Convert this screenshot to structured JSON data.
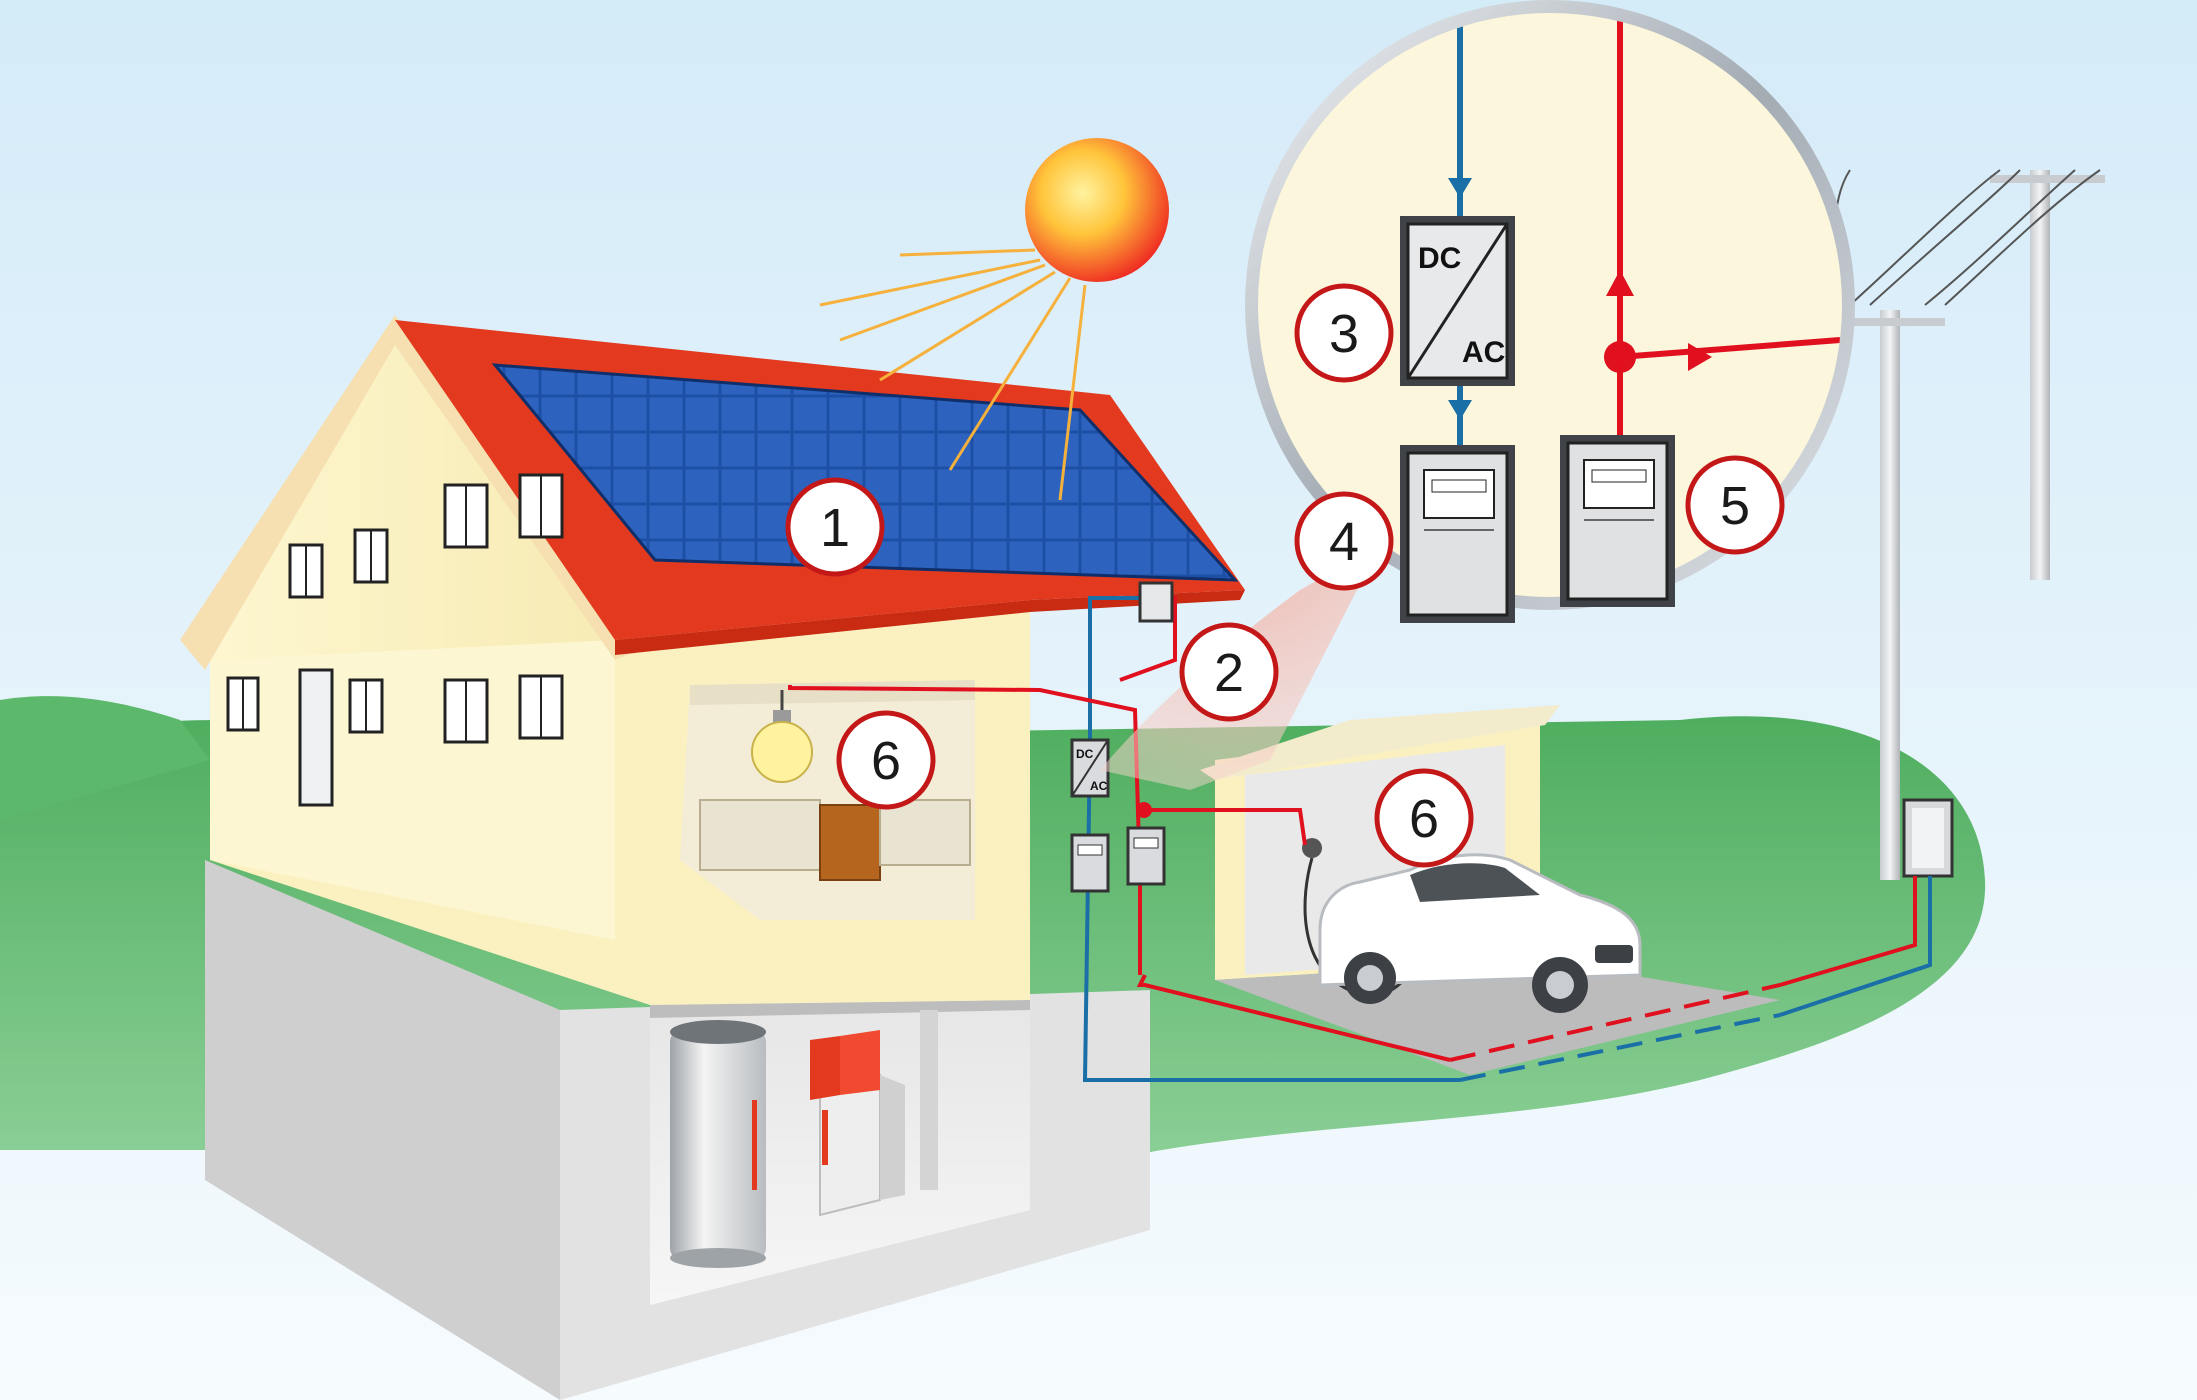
{
  "colors": {
    "sky_top": "#d6ecf8",
    "sky_bottom": "#f4fafd",
    "grass": "#5cb86a",
    "roof": "#e33a1f",
    "wall": "#fbf3c4",
    "wall_shade": "#f0e3a6",
    "solar_panel": "#1c4fa8",
    "sun_outer": "#ef2d23",
    "sun_inner": "#ffd24a",
    "wire_red": "#e0101e",
    "wire_blue": "#1a6fa6",
    "lens_fill": "#fbf6dc",
    "lens_ring": "#9aa4ad"
  },
  "labels": {
    "inverter_dc": "DC",
    "inverter_ac": "AC"
  },
  "callouts": [
    {
      "id": "1",
      "text": "1"
    },
    {
      "id": "2",
      "text": "2"
    },
    {
      "id": "3",
      "text": "3"
    },
    {
      "id": "4",
      "text": "4"
    },
    {
      "id": "5",
      "text": "5"
    },
    {
      "id": "6a",
      "text": "6"
    },
    {
      "id": "6b",
      "text": "6"
    }
  ],
  "icons": {
    "sun": "sun-icon",
    "solar": "solar-panel-icon",
    "inverter": "inverter-icon",
    "meter": "electricity-meter-icon",
    "bulb": "light-bulb-icon",
    "car": "electric-car-icon",
    "pole": "utility-pole-icon",
    "boiler": "water-boiler-icon",
    "tank": "storage-tank-icon"
  }
}
